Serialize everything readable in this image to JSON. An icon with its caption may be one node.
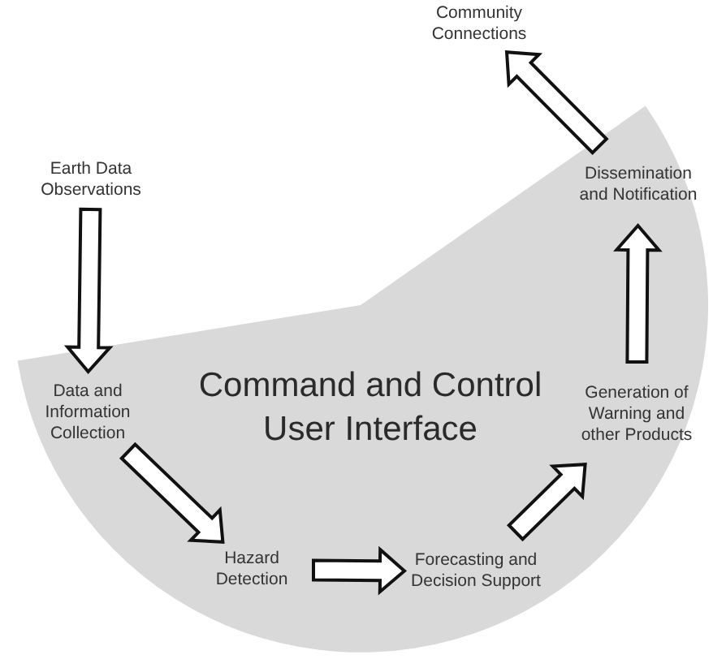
{
  "diagram": {
    "nodes": [
      {
        "text": [
          "Command and Control User Interface"
        ]
      },
      {
        "text": [
          "Earth Data Observations"
        ]
      },
      {
        "text": [
          "Data and Information Collection"
        ],
        "in": 0
      },
      {
        "text": [
          "Hazard Detection"
        ],
        "in": 0
      },
      {
        "text": [
          "Forecasting and Decision Support"
        ],
        "in": 0
      },
      {
        "text": [
          "Generation of Warning and other Products"
        ],
        "in": 0
      },
      {
        "text": [
          "Dissemination and Notification"
        ],
        "in": 0
      },
      {
        "text": [
          "Community Connections"
        ]
      }
    ],
    "edges": [
      {
        "from": 1,
        "to": 2,
        "arrow": "to"
      },
      {
        "from": 2,
        "to": 3,
        "arrow": "to"
      },
      {
        "from": 3,
        "to": 4,
        "arrow": "to"
      },
      {
        "from": 4,
        "to": 5,
        "arrow": "to"
      },
      {
        "from": 5,
        "to": 6,
        "arrow": "to"
      },
      {
        "from": 6,
        "to": 7,
        "arrow": "to"
      }
    ]
  }
}
